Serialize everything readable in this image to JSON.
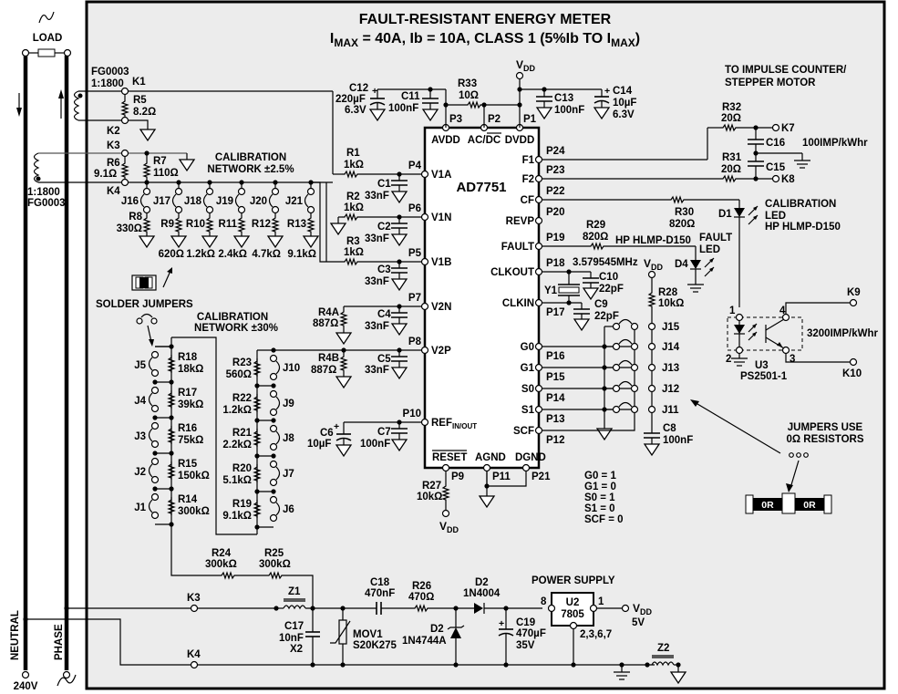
{
  "title": {
    "line1": "FAULT-RESISTANT ENERGY METER",
    "line2_prefix": "I",
    "line2_sub1": "MAX",
    "line2_mid": " = 40A, Ib = 10A, CLASS 1 (5%Ib TO I",
    "line2_sub2": "MAX",
    "line2_end": ")"
  },
  "mains": {
    "load": "LOAD",
    "neutral": "NEUTRAL",
    "phase": "PHASE",
    "voltage": "240V"
  },
  "current_transformers": [
    {
      "model": "FG0003",
      "ratio": "1:1800"
    },
    {
      "model": "FG0003",
      "ratio": "1:1800"
    }
  ],
  "terminals": {
    "k1": "K1",
    "k2": "K2",
    "k3": "K3",
    "k4": "K4",
    "k3b": "K3",
    "k4b": "K4",
    "k7": "K7",
    "k8": "K8",
    "k9": "K9",
    "k10": "K10"
  },
  "ic": {
    "name": "AD7751",
    "top_pins": [
      {
        "pin": "P3",
        "label": "AVDD"
      },
      {
        "pin": "P2",
        "label": "AC/DC"
      },
      {
        "pin": "P1",
        "label": "DVDD"
      }
    ],
    "left_pins": [
      {
        "pin": "P4",
        "label": "V1A"
      },
      {
        "pin": "P6",
        "label": "V1N"
      },
      {
        "pin": "P5",
        "label": "V1B"
      },
      {
        "pin": "P7",
        "label": "V2N"
      },
      {
        "pin": "P8",
        "label": "V2P"
      },
      {
        "pin": "P10",
        "label": "REF",
        "sub": "IN/OUT"
      }
    ],
    "right_pins": [
      {
        "pin": "P24",
        "label": "F1"
      },
      {
        "pin": "P23",
        "label": "F2"
      },
      {
        "pin": "P22",
        "label": "CF"
      },
      {
        "pin": "P20",
        "label": "REVP"
      },
      {
        "pin": "P19",
        "label": "FAULT"
      },
      {
        "pin": "P18",
        "label": "CLKOUT"
      },
      {
        "pin": "P17",
        "label": "CLKIN"
      },
      {
        "pin": "P16",
        "label": "G0"
      },
      {
        "pin": "P15",
        "label": "G1"
      },
      {
        "pin": "P14",
        "label": "S0"
      },
      {
        "pin": "P13",
        "label": "S1"
      },
      {
        "pin": "P12",
        "label": "SCF"
      }
    ],
    "bottom_pins": [
      {
        "pin": "P9",
        "label": "RESET"
      },
      {
        "pin": "P11",
        "label": "AGND"
      },
      {
        "pin": "P21",
        "label": "DGND"
      }
    ]
  },
  "vdd": {
    "v": "V",
    "sub": "DD"
  },
  "components": {
    "r5": {
      "name": "R5",
      "value": "8.2Ω"
    },
    "r6": {
      "name": "R6",
      "value": "9.1Ω"
    },
    "r7": {
      "name": "R7",
      "value": "110Ω"
    },
    "r8": {
      "name": "R8",
      "value": "330Ω"
    },
    "r9": {
      "name": "R9",
      "value": "620Ω"
    },
    "r10": {
      "name": "R10",
      "value": "1.2kΩ"
    },
    "r11": {
      "name": "R11",
      "value": "2.4kΩ"
    },
    "r12": {
      "name": "R12",
      "value": "4.7kΩ"
    },
    "r13": {
      "name": "R13",
      "value": "9.1kΩ"
    },
    "r1": {
      "name": "R1",
      "value": "1kΩ"
    },
    "r2": {
      "name": "R2",
      "value": "1kΩ"
    },
    "r3": {
      "name": "R3",
      "value": "1kΩ"
    },
    "c1": {
      "name": "C1",
      "value": "33nF"
    },
    "c2": {
      "name": "C2",
      "value": "33nF"
    },
    "c3": {
      "name": "C3",
      "value": "33nF"
    },
    "c4": {
      "name": "C4",
      "value": "33nF"
    },
    "c5": {
      "name": "C5",
      "value": "33nF"
    },
    "c6": {
      "name": "C6",
      "value": "10µF"
    },
    "c7": {
      "name": "C7",
      "value": "100nF"
    },
    "r4a": {
      "name": "R4A",
      "value": "887Ω"
    },
    "r4b": {
      "name": "R4B",
      "value": "887Ω"
    },
    "c12": {
      "name": "C12",
      "value": "220µF",
      "rating": "6.3V"
    },
    "c11": {
      "name": "C11",
      "value": "100nF"
    },
    "r33": {
      "name": "R33",
      "value": "10Ω"
    },
    "c13": {
      "name": "C13",
      "value": "100nF"
    },
    "c14": {
      "name": "C14",
      "value": "10µF",
      "rating": "6.3V"
    },
    "r32": {
      "name": "R32",
      "value": "20Ω"
    },
    "r31": {
      "name": "R31",
      "value": "20Ω"
    },
    "c16": {
      "name": "C16"
    },
    "c15": {
      "name": "C15"
    },
    "r30": {
      "name": "R30",
      "value": "820Ω"
    },
    "r29": {
      "name": "R29",
      "value": "820Ω"
    },
    "y1": {
      "name": "Y1",
      "value": "3.579545MHz"
    },
    "c10": {
      "name": "C10",
      "value": "22pF"
    },
    "c9": {
      "name": "C9",
      "value": "22pF"
    },
    "r28": {
      "name": "R28",
      "value": "10kΩ"
    },
    "c8": {
      "name": "C8",
      "value": "100nF"
    },
    "r27": {
      "name": "R27",
      "value": "10kΩ"
    },
    "d1": {
      "name": "D1"
    },
    "d4": {
      "name": "D4",
      "model": "HP HLMP-D150"
    },
    "u3": {
      "name": "U3",
      "model": "PS2501-1"
    },
    "r18": {
      "name": "R18",
      "value": "18kΩ"
    },
    "r17": {
      "name": "R17",
      "value": "39kΩ"
    },
    "r16": {
      "name": "R16",
      "value": "75kΩ"
    },
    "r15": {
      "name": "R15",
      "value": "150kΩ"
    },
    "r14": {
      "name": "R14",
      "value": "300kΩ"
    },
    "r23": {
      "name": "R23",
      "value": "560Ω"
    },
    "r22": {
      "name": "R22",
      "value": "1.2kΩ"
    },
    "r21": {
      "name": "R21",
      "value": "2.2kΩ"
    },
    "r20": {
      "name": "R20",
      "value": "5.1kΩ"
    },
    "r19": {
      "name": "R19",
      "value": "9.1kΩ"
    },
    "r24": {
      "name": "R24",
      "value": "300kΩ"
    },
    "r25": {
      "name": "R25",
      "value": "300kΩ"
    },
    "z1": {
      "name": "Z1"
    },
    "z2": {
      "name": "Z2"
    },
    "c17": {
      "name": "C17",
      "value": "10nF",
      "rating": "X2"
    },
    "mov1": {
      "name": "MOV1",
      "model": "S20K275"
    },
    "c18": {
      "name": "C18",
      "value": "470nF"
    },
    "r26": {
      "name": "R26",
      "value": "470Ω"
    },
    "d2a": {
      "name": "D2",
      "model": "1N4004"
    },
    "d2b": {
      "name": "D2",
      "model": "1N4744A"
    },
    "c19": {
      "name": "C19",
      "value": "470µF",
      "rating": "35V"
    },
    "u2": {
      "name": "U2",
      "model": "7805",
      "pin_in": "8",
      "pin_out": "1",
      "pin_gnd": "2,3,6,7"
    }
  },
  "jumpers": {
    "cal_fine": [
      "J16",
      "J17",
      "J18",
      "J19",
      "J20",
      "J21"
    ],
    "cal_coarse_left": [
      "J5",
      "J4",
      "J3",
      "J2",
      "J1"
    ],
    "cal_coarse_right": [
      "J10",
      "J9",
      "J8",
      "J7",
      "J6"
    ],
    "mode": [
      "J15",
      "J14",
      "J13",
      "J12",
      "J11"
    ]
  },
  "labels": {
    "cal_network_fine_1": "CALIBRATION",
    "cal_network_fine_2": "NETWORK ±2.5%",
    "cal_network_coarse_1": "CALIBRATION",
    "cal_network_coarse_2": "NETWORK ±30%",
    "solder_jumpers": "SOLDER JUMPERS",
    "impulse_1": "TO IMPULSE COUNTER/",
    "impulse_2": "STEPPER MOTOR",
    "imp_100": "100IMP/kWhr",
    "imp_3200": "3200IMP/kWhr",
    "cal_led_1": "CALIBRATION",
    "cal_led_2": "LED",
    "cal_led_3": "HP HLMP-D150",
    "fault_led_1": "FAULT",
    "fault_led_2": "LED",
    "jumpers_use_1": "JUMPERS USE",
    "jumpers_use_2": "0Ω RESISTORS",
    "zero_ohm": "0R",
    "power_supply": "POWER SUPPLY",
    "vdd_5v": "5V",
    "opto_pins": [
      "1",
      "2",
      "3",
      "4"
    ]
  },
  "settings": [
    "G0 = 1",
    "G1 = 0",
    "S0 = 1",
    "S1 = 0",
    "SCF = 0"
  ]
}
